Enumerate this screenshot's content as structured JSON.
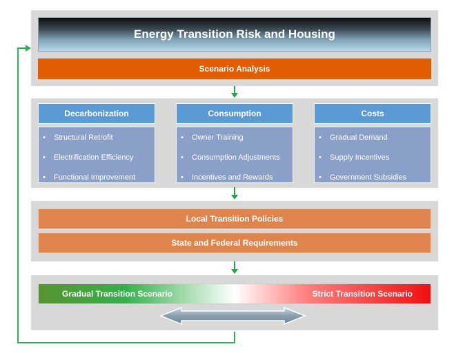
{
  "title": "Energy Transition Risk and Housing",
  "scenario_analysis": "Scenario Analysis",
  "columns": [
    {
      "header": "Decarbonization",
      "items": [
        "Structural Retrofit",
        "Electrification Efficiency",
        "Functional Improvement"
      ]
    },
    {
      "header": "Consumption",
      "items": [
        "Owner Training",
        "Consumption Adjustments",
        "Incentives and Rewards"
      ]
    },
    {
      "header": "Costs",
      "items": [
        "Gradual Demand",
        "Supply Incentives",
        "Government Subsidies"
      ]
    }
  ],
  "bullet": "•",
  "policies": [
    "Local Transition Policies",
    "State and Federal Requirements"
  ],
  "scenarios": {
    "left": "Gradual Transition Scenario",
    "right": "Strict Transition Scenario"
  },
  "colors": {
    "panel": "#d8d8d8",
    "orange": "#e35d00",
    "column_header": "#5b9bd5",
    "column_body": "#8aa0c9",
    "policy": "#e0844d",
    "arrow_green": "#1fa64a",
    "feedback_green": "#2db24f"
  }
}
